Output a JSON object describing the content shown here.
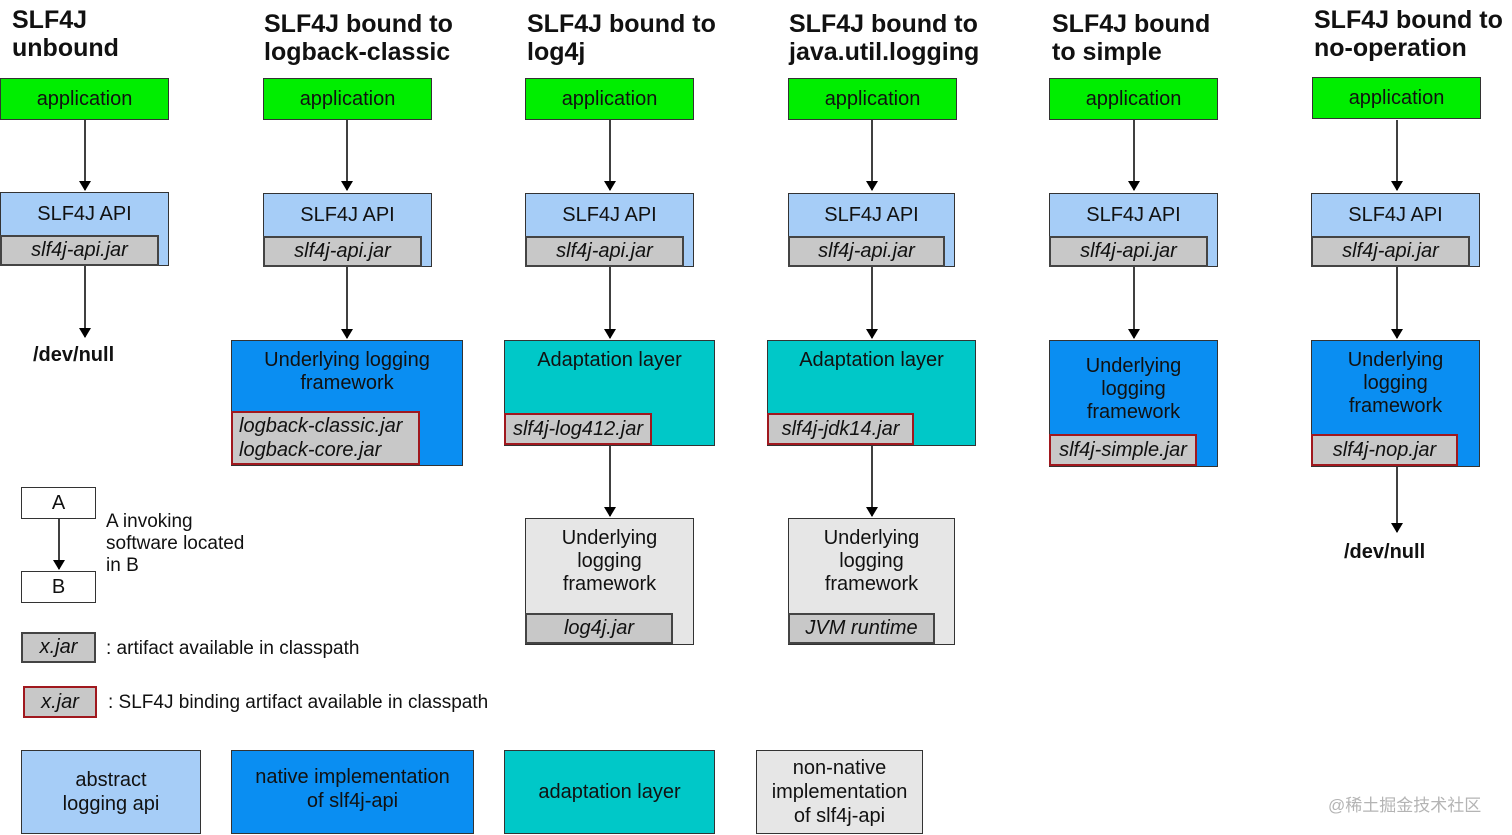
{
  "columns": [
    {
      "title_lines": [
        "SLF4J",
        "unbound"
      ],
      "application": "application",
      "api": "SLF4J API",
      "api_jar": "slf4j-api.jar",
      "target": "/dev/null"
    },
    {
      "title_lines": [
        "SLF4J bound to",
        "logback-classic"
      ],
      "application": "application",
      "api": "SLF4J API",
      "api_jar": "slf4j-api.jar",
      "framework_lines": [
        "Underlying logging",
        "framework"
      ],
      "framework_jar_lines": [
        "logback-classic.jar",
        "logback-core.jar"
      ]
    },
    {
      "title_lines": [
        "SLF4J bound to",
        "log4j"
      ],
      "application": "application",
      "api": "SLF4J API",
      "api_jar": "slf4j-api.jar",
      "adaptation": "Adaptation layer",
      "adaptation_jar": "slf4j-log412.jar",
      "framework_lines": [
        "Underlying",
        "logging",
        "framework"
      ],
      "framework_jar": "log4j.jar"
    },
    {
      "title_lines": [
        "SLF4J bound to",
        "java.util.logging"
      ],
      "application": "application",
      "api": "SLF4J API",
      "api_jar": "slf4j-api.jar",
      "adaptation": "Adaptation layer",
      "adaptation_jar": "slf4j-jdk14.jar",
      "framework_lines": [
        "Underlying",
        "logging",
        "framework"
      ],
      "framework_jar": "JVM runtime"
    },
    {
      "title_lines": [
        "SLF4J bound",
        "to simple"
      ],
      "application": "application",
      "api": "SLF4J API",
      "api_jar": "slf4j-api.jar",
      "framework_lines": [
        "Underlying",
        "logging",
        "framework"
      ],
      "framework_jar": "slf4j-simple.jar"
    },
    {
      "title_lines": [
        "SLF4J bound to",
        "no-operation"
      ],
      "application": "application",
      "api": "SLF4J API",
      "api_jar": "slf4j-api.jar",
      "framework_lines": [
        "Underlying",
        "logging",
        "framework"
      ],
      "framework_jar": "slf4j-nop.jar",
      "target": "/dev/null"
    }
  ],
  "legend": {
    "invoke": {
      "box_a": "A",
      "box_b": "B",
      "text_lines": [
        "A invoking",
        "software located",
        "in B"
      ]
    },
    "artifact": {
      "jar": "x.jar",
      "text": ": artifact available in classpath"
    },
    "binding": {
      "jar": "x.jar",
      "text": ": SLF4J binding artifact available in classpath"
    },
    "colors": [
      {
        "lines": [
          "abstract",
          "logging api"
        ],
        "color": "#a6cdf7"
      },
      {
        "lines": [
          "native implementation",
          "of slf4j-api"
        ],
        "color": "#0a8ef2"
      },
      {
        "lines": [
          "adaptation layer"
        ],
        "color": "#00c8c8"
      },
      {
        "lines": [
          "non-native",
          "implementation",
          "of slf4j-api"
        ],
        "color": "#e6e6e6"
      }
    ]
  },
  "watermark": "@稀土掘金技术社区",
  "colors": {
    "application": "#00ee00",
    "jar": "#c8c8c8",
    "binding_border": "#a0181e"
  }
}
